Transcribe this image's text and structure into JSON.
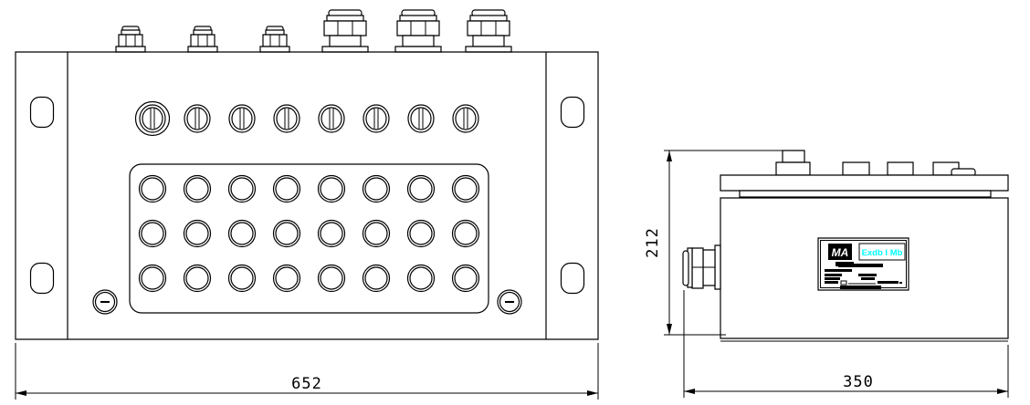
{
  "drawing": {
    "type": "explosion-proof junction box - 2 view engineering drawing",
    "front_view": {
      "dimension_width": "652",
      "cable_gland_small_count": 3,
      "cable_gland_large_count": 3,
      "terminal_screw_count": 8,
      "panel_hole_grid": {
        "rows": 3,
        "columns": 8
      },
      "mounting_slot_count": 4,
      "cover_screw_count": 2
    },
    "side_view": {
      "dimension_height": "212",
      "dimension_depth": "350",
      "nameplate": {
        "logo": "MA",
        "ex_marking": "Exdb I Mb",
        "marking_color": "#00FFFF"
      }
    },
    "colors": {
      "line": "#000000",
      "background": "#FFFFFF",
      "marking_text": "#00FFFF"
    }
  }
}
